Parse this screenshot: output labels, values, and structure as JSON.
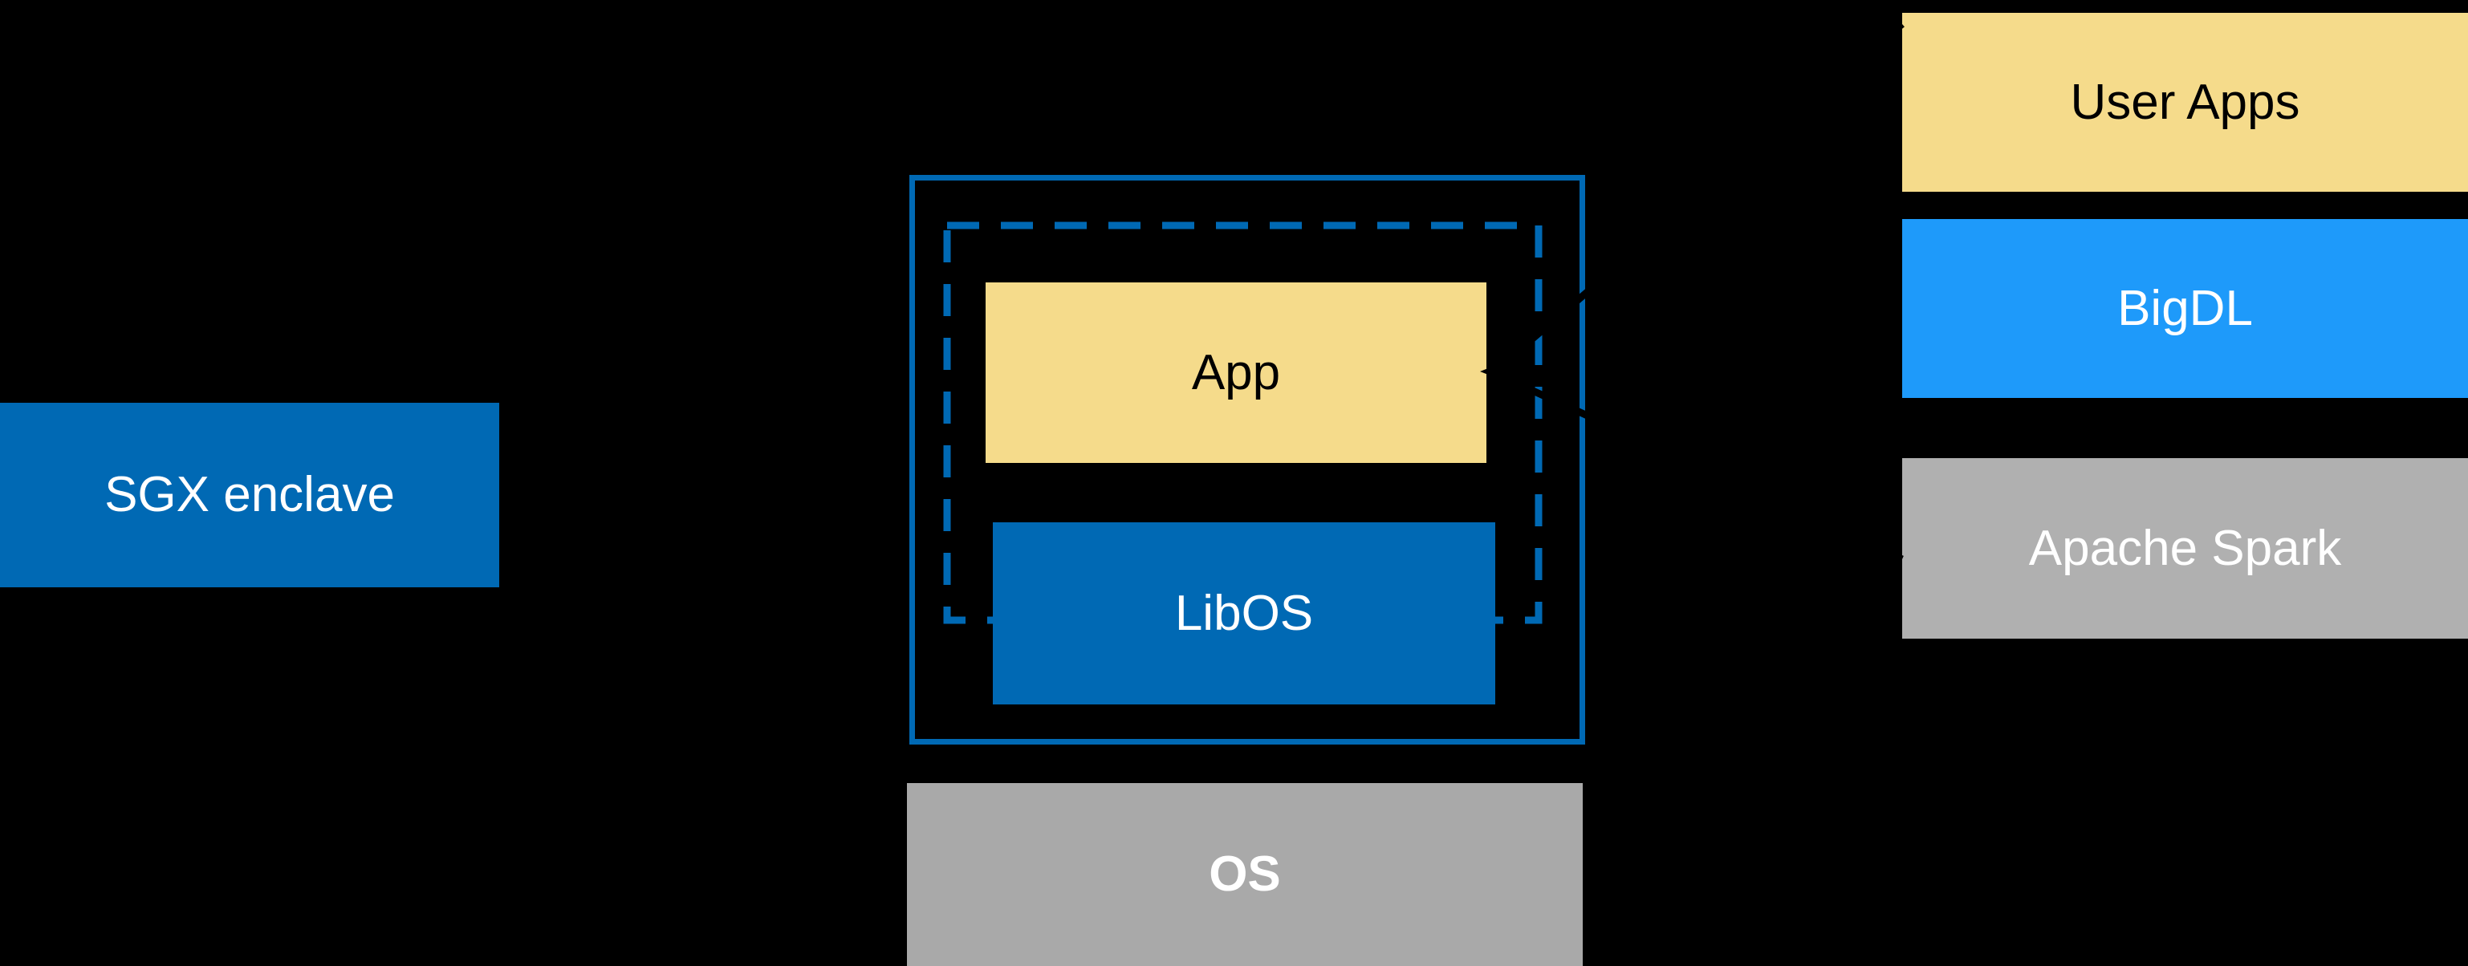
{
  "background_color": "#000000",
  "nodes": {
    "sgx_enclave": {
      "label": "SGX enclave",
      "fill": "#0069B4",
      "text_color": "#FFFFFF"
    },
    "app": {
      "label": "App",
      "fill": "#F5DB8B",
      "text_color": "#000000"
    },
    "libos": {
      "label": "LibOS",
      "fill": "#0069B4",
      "text_color": "#FFFFFF"
    },
    "os": {
      "label": "OS",
      "fill": "#A9A9A9",
      "text_color": "#FFFFFF",
      "bold": true
    },
    "user_apps": {
      "label": "User Apps",
      "fill": "#F5DB8B",
      "text_color": "#000000"
    },
    "bigdl": {
      "label": "BigDL",
      "fill": "#1E9AFA",
      "text_color": "#FFFFFF"
    },
    "apache_spark": {
      "label": "Apache Spark",
      "fill": "#B0B0B0",
      "text_color": "#FFFFFF"
    }
  },
  "containers": {
    "enclave_outline": {
      "border_color": "#0069B4",
      "border_style": "solid"
    },
    "libos_boundary": {
      "border_color": "#0069B4",
      "border_style": "dashed"
    }
  },
  "connectors": {
    "sgx_arrow": {
      "color": "#000000",
      "direction": "left",
      "from": "enclave_outline",
      "to": "sgx_enclave"
    },
    "funnel_upper": {
      "color": "#000000",
      "from": "user_apps",
      "to": "app"
    },
    "funnel_lower": {
      "color": "#000000",
      "from": "apache_spark",
      "to": "app"
    }
  }
}
